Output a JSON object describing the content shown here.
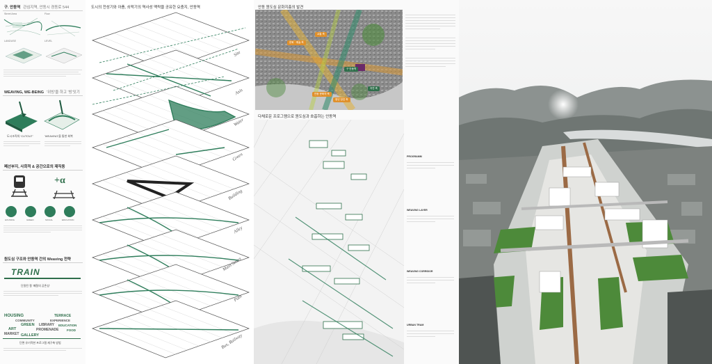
{
  "panel1": {
    "sec1_title": "구. 안동역",
    "sec1_sub": "관심지역, 안동시 경동로 544",
    "thumb_street_area": "Street Area",
    "thumb_flow": "Flow",
    "thumb_landuse": "LANDUSE",
    "thumb_level": "LEVEL",
    "sec2_title": "WEAVING, WE-BEING",
    "sec2_sub": "'위빙'을 하고 '빙'잇기",
    "weave_cap1": "도시조직의 'CUTOUT'",
    "weave_cap2": "'WEAVING'을 통한 회복",
    "sec3_title": "폐선부지, 사회적 & 공간으로의 재직동",
    "plus_alpha": "+α",
    "icons": [
      "HOUSING",
      "GREEN",
      "SOCIAL",
      "EDUCATION"
    ],
    "sec4_title": "원도심 구조와 안동역 간의 Weaving 전략",
    "train_word": "TRAIN",
    "train_cap": "단절된 철 '폐철의 공존성'",
    "words": [
      "HOUSING",
      "TERRACE",
      "COMMUNITY",
      "EXPERIENCE",
      "GREEN",
      "LIBRARY",
      "EDUCATION",
      "ART",
      "MARKET",
      "PROMENADE",
      "GALLERY",
      "FOOD"
    ],
    "words_cap": "단편 유기적한 프로그램 재구축 방법"
  },
  "panel2": {
    "title": "도시의 전성기와 아픔, 쇠락기의 역사성 맥락을 공유한 요충지, 안동역",
    "layers": [
      "Site",
      "Axis",
      "Water",
      "Green",
      "Building",
      "Alley",
      "Main Street",
      "Path",
      "Bus, Railway"
    ]
  },
  "panel3": {
    "title_top": "안동 원도심 문화지층의 발견",
    "map_tags": [
      "문화 · 예술 축",
      "교통 축",
      "구 안동역",
      "안동 문화의 축",
      "청년 창업 축",
      "자연 축"
    ],
    "title_mid": "다채로운 프로그램으로 원도심과 호흡하는 안동역",
    "right_labels": [
      "PROGRAMM",
      "WEAVING LAYER",
      "WEAVING CORRIDOR",
      "URBAN TRAM"
    ]
  }
}
